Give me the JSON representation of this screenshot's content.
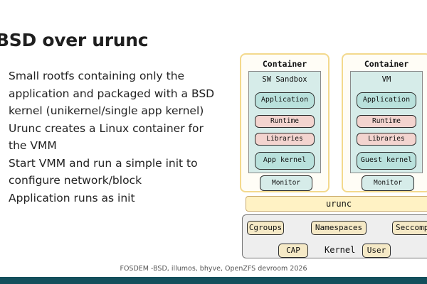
{
  "slide": {
    "title": "BSD over urunc",
    "bullets": [
      "Small rootfs containing only the application and packaged with a BSD kernel (unikernel/single app kernel)",
      "Urunc creates a Linux container for the VMM",
      "Start VMM and run a simple init to configure network/block",
      "Application runs as init"
    ],
    "footer": "FOSDEM -BSD, illumos, bhyve, OpenZFS devroom 2026"
  },
  "diagram": {
    "left_container": {
      "title": "Container",
      "inner_title": "SW Sandbox",
      "layers": [
        "Application",
        "Runtime",
        "Libraries",
        "App kernel"
      ],
      "monitor": "Monitor"
    },
    "right_container": {
      "title": "Container",
      "inner_title": "VM",
      "layers": [
        "Application",
        "Runtime",
        "Libraries",
        "Guest kernel"
      ],
      "monitor": "Monitor"
    },
    "urunc": "urunc",
    "kernel": {
      "label": "Kernel",
      "components": [
        "Cgroups",
        "Namespaces",
        "Seccomp",
        "CAP",
        "User"
      ]
    }
  },
  "colors": {
    "container_border": "#f3d98d",
    "inner_bg": "#d6ece9",
    "teal_pill": "#b9e1dc",
    "pink_pill": "#f3d4cf",
    "urunc_bg": "#fff2c4",
    "kernel_bg": "#eeeeee",
    "kernel_chip": "#f5e9c6",
    "bottom_bar": "#134f5c"
  }
}
